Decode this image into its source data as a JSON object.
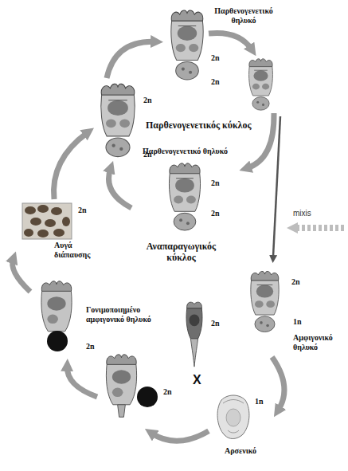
{
  "diagram": {
    "nodes": [
      {
        "text": [
          "Παρθενογενετικό θηλυκό",
          "2n",
          "2n"
        ]
      },
      {
        "text": [
          "2n",
          "2n"
        ]
      },
      {
        "text": [
          "Παρθενογενετικό θηλυκό",
          "2n",
          "2n"
        ]
      },
      {
        "text": [
          "2n",
          "Αυγά διάπαυσης"
        ]
      },
      {
        "text": [
          "Γονιμοποιημένο αμφιγονικό θηλυκό",
          "2n"
        ]
      },
      {
        "text": [
          "2n"
        ]
      },
      {
        "text": [
          "2n",
          "1n",
          "Αμφιγονικό θηλυκό"
        ]
      },
      {
        "text": [
          "2n"
        ]
      },
      {
        "text": [
          "1n",
          "Αρσενικό"
        ]
      }
    ],
    "edges": [
      {
        "from": 2,
        "to": 1,
        "arrow": "to"
      },
      {
        "from": 1,
        "to": 0,
        "arrow": "to"
      },
      {
        "from": 3,
        "to": 1,
        "arrow": "to"
      },
      {
        "from": 4,
        "to": 3,
        "arrow": "to"
      },
      {
        "from": 7,
        "to": 4,
        "arrow": "to"
      },
      {
        "from": 8,
        "to": 7,
        "arrow": "to"
      },
      {
        "from": 6,
        "to": 8,
        "arrow": "to"
      }
    ],
    "labels": [
      "Παρθενογενετικός κύκλος",
      "Αναπαραγωγικός κύκλος",
      "mixis",
      "X"
    ]
  }
}
